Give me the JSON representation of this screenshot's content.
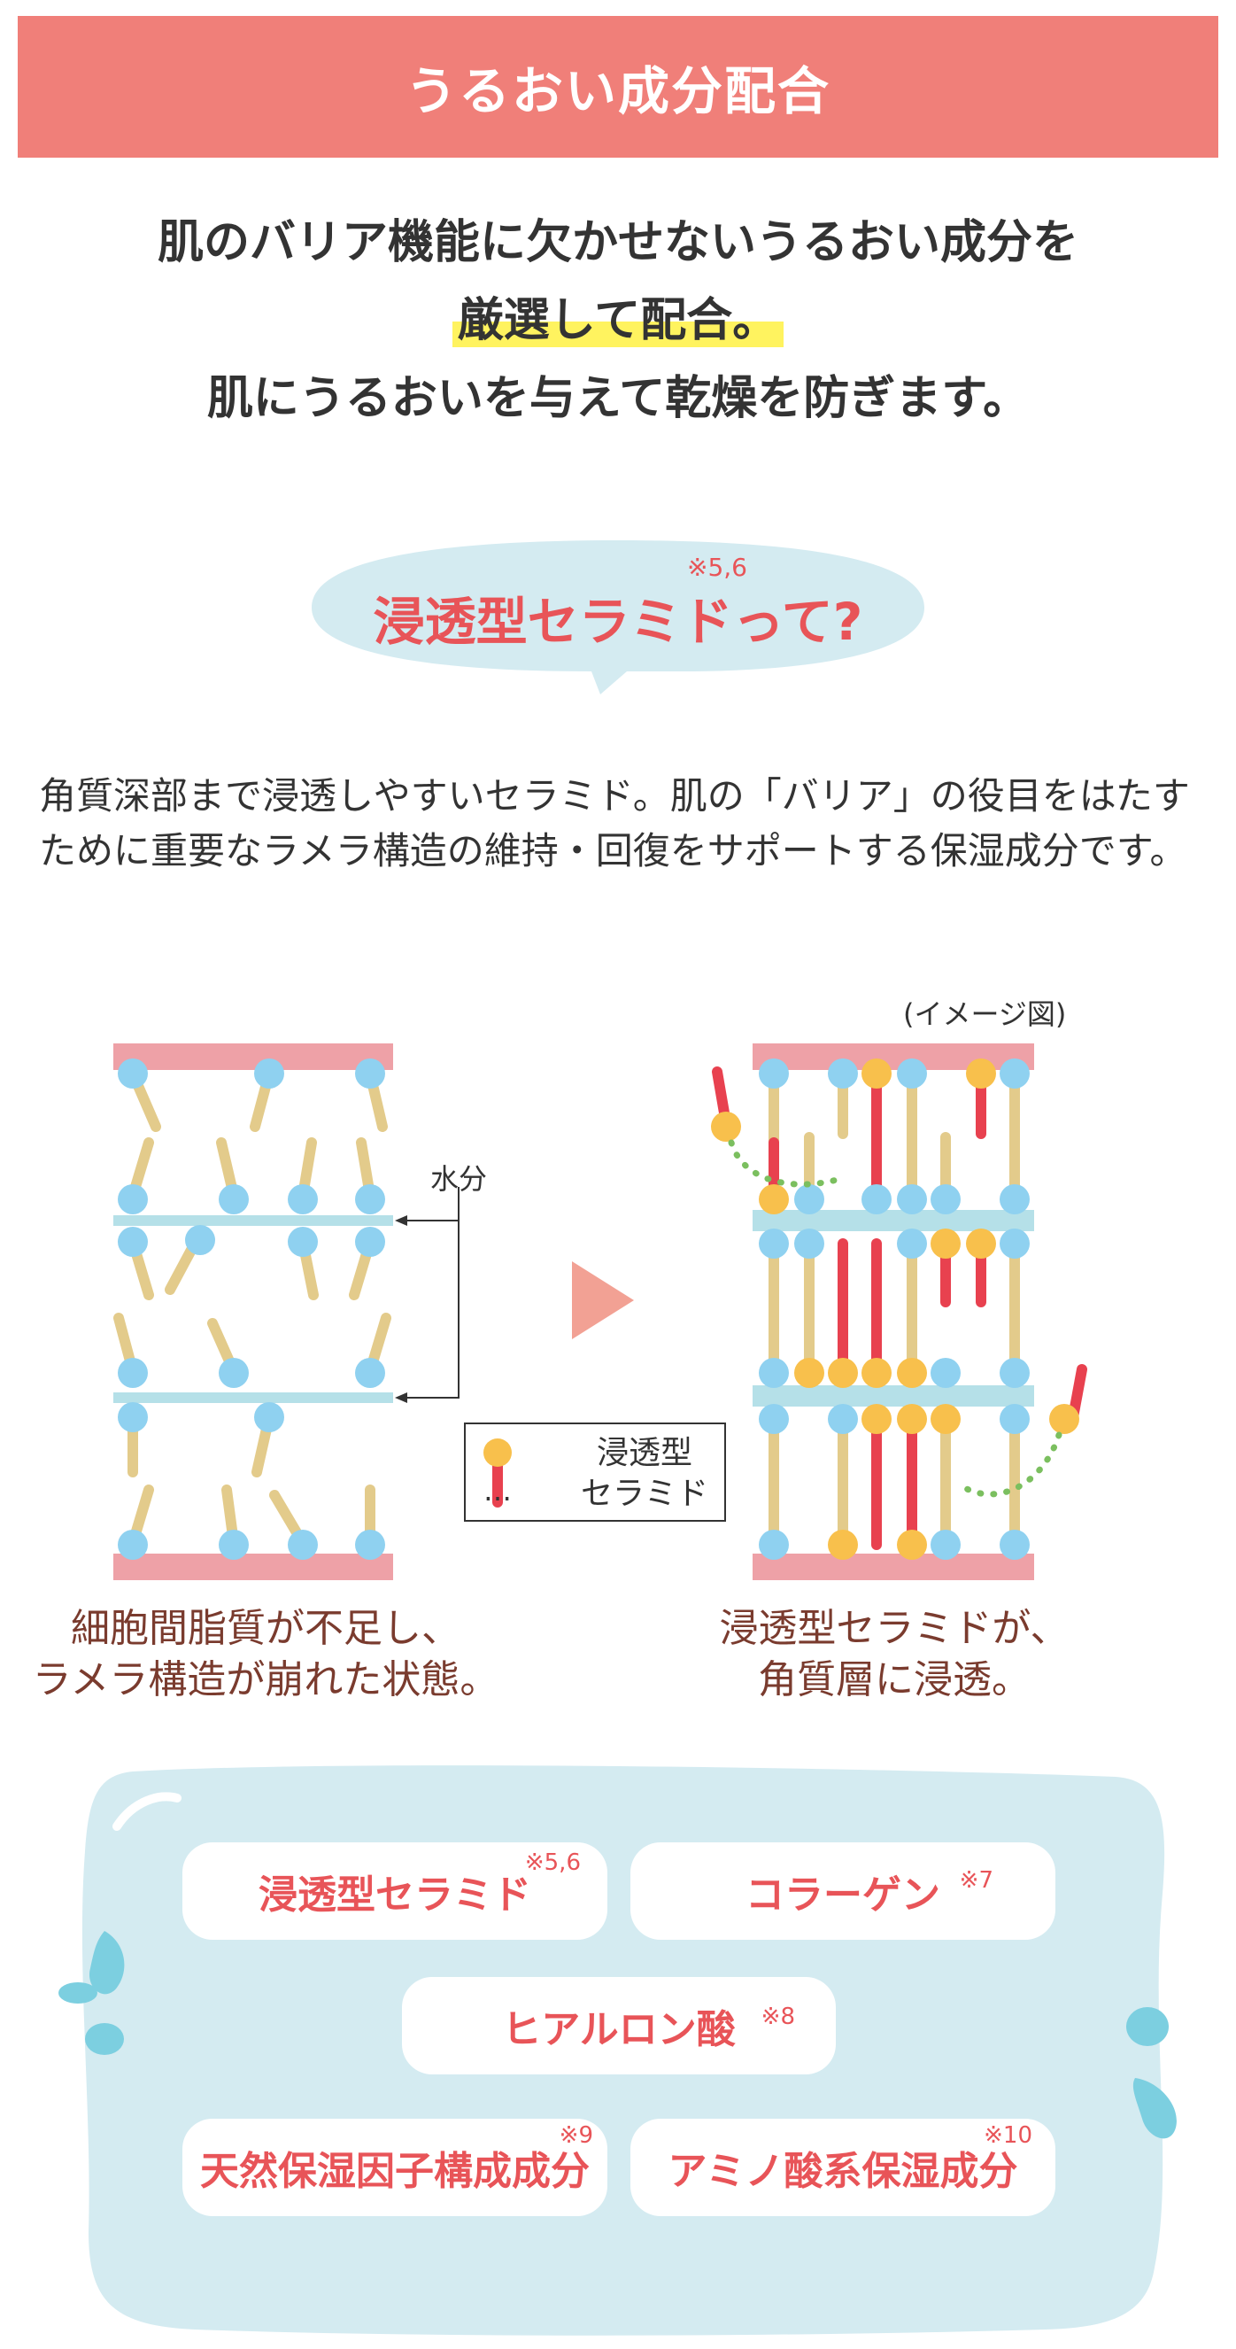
{
  "header": {
    "title": "うるおい成分配合"
  },
  "intro": {
    "line1": "肌のバリア機能に欠かせないうるおい成分を",
    "line2": "厳選して配合。",
    "line3": "肌にうるおいを与えて乾燥を防ぎます。"
  },
  "bubble": {
    "title": "浸透型セラミドって?",
    "note": "※5,6"
  },
  "description": "角質深部まで浸透しやすいセラミド。肌の「バリア」の役目をはたすために重要なラメラ構造の維持・回復をサポートする保湿成分です。",
  "diagram": {
    "image_note": "(イメージ図)",
    "water_label": "水分",
    "legend_dots": "…",
    "legend_label_1": "浸透型",
    "legend_label_2": "セラミド",
    "left_caption_1": "細胞間脂質が不足し、",
    "left_caption_2": "ラメラ構造が崩れた状態。",
    "right_caption_1": "浸透型セラミドが、",
    "right_caption_2": "角質層に浸透。"
  },
  "ingredients": [
    {
      "name": "浸透型セラミド",
      "note": "※5,6"
    },
    {
      "name": "コラーゲン",
      "note": "※7"
    },
    {
      "name": "ヒアルロン酸",
      "note": "※8"
    },
    {
      "name": "天然保湿因子構成成分",
      "note": "※9"
    },
    {
      "name": "アミノ酸系保湿成分",
      "note": "※10"
    }
  ],
  "colors": {
    "banner": "#f07f79",
    "accent_red": "#e85458",
    "highlight": "#fff35f",
    "bubble_blue": "#d4ebf1",
    "lipid_head": "#8fd1f0",
    "lipid_tail": "#e3cb8b",
    "ceramide_head": "#f8c04c",
    "ceramide_tail": "#e8414f",
    "membrane_pink": "#eea1a7",
    "membrane_blue": "#b5e0e8",
    "arrow": "#f2a194",
    "caption": "#7a3b2e"
  }
}
